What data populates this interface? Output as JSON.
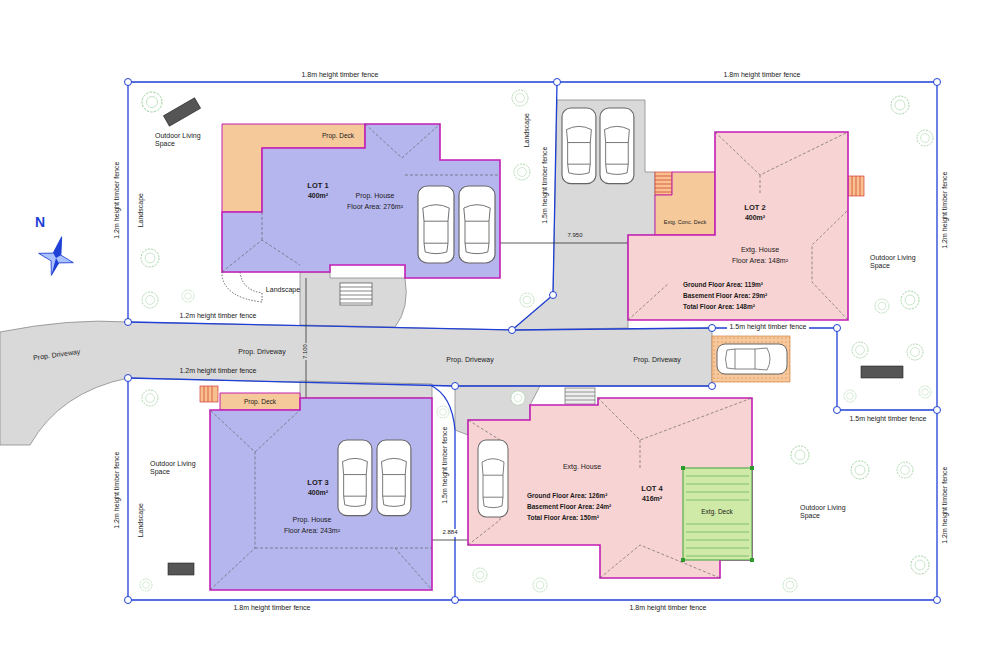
{
  "diagram": {
    "nodes": [
      {
        "text": [
          "Prop. Deck"
        ]
      },
      {
        "text": [
          "LOT 1",
          "400m²",
          "Prop. House",
          "Floor Area: 276m²"
        ]
      },
      {
        "text": [
          "Extg. Conc. Deck"
        ]
      },
      {
        "text": [
          "LOT 2",
          "400m²",
          "Extg. House",
          "Floor Area: 148m²",
          "Ground Floor Area: 119m²",
          "Basement Floor Area: 29m²",
          "Total Floor Area: 148m²"
        ]
      },
      {
        "text": [
          "Prop. Deck"
        ]
      },
      {
        "text": [
          "LOT 3",
          "400m²",
          "Prop. House",
          "Floor Area: 243m²"
        ]
      },
      {
        "text": [
          "Extg. House",
          "Ground Floor Area: 126m²",
          "Basement Floor Area: 24m²",
          "Total Floor Area: 150m²",
          "LOT 4",
          "416m²"
        ]
      },
      {
        "text": [
          "Extg. Deck"
        ]
      }
    ],
    "edges": [
      {
        "from": 1,
        "to": 3,
        "label": "7.950",
        "arrow": "none"
      },
      {
        "from": 1,
        "to": 5,
        "label": "7.100",
        "arrow": "none"
      },
      {
        "from": 5,
        "to": 6,
        "label": "2.884",
        "arrow": "none"
      }
    ],
    "labels": [
      "1.8m height timber fence",
      "1.8m height timber fence",
      "1.2m height timber fence",
      "Landscape",
      "Outdoor Living Space",
      "Landscape",
      "Landscape",
      "1.5m height timber fence",
      "Outdoor Living Space",
      "1.2m height timber fence",
      "1.2m height timber fence",
      "Prop. Driveway",
      "Prop. Driveway",
      "Prop. Driveway",
      "Prop. Driveway",
      "1.5m height timber fence",
      "1.2m height timber fence",
      "1.5m height timber fence",
      "1.2m height timber fence",
      "Landscape",
      "Outdoor Living Space",
      "1.5m height timber fence",
      "Outdoor Living Space",
      "1.2m height timber fence",
      "1.8m height timber fence",
      "1.8m height timber fence",
      "N"
    ]
  }
}
